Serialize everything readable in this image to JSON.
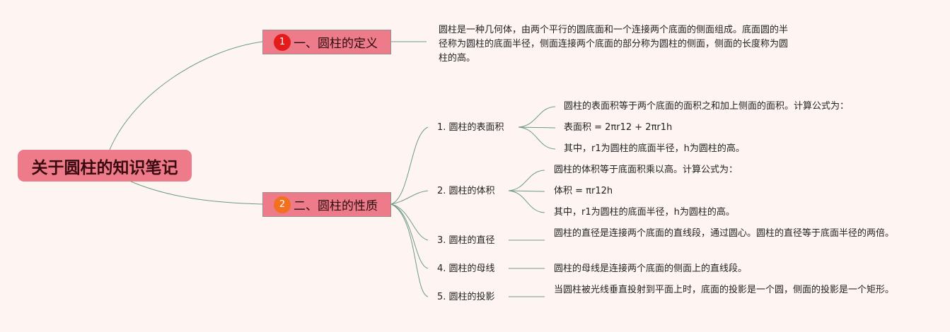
{
  "root": {
    "label": "关于圆柱的知识笔记"
  },
  "branches": [
    {
      "number": "1",
      "label": "一、圆柱的定义",
      "badge_color": "#e31b1b",
      "text": "圆柱是一种几何体，由两个平行的圆底面和一个连接两个底面的侧面组成。底面圆的半径称为圆柱的底面半径，侧面连接两个底面的部分称为圆柱的侧面，侧面的长度称为圆柱的高。"
    },
    {
      "number": "2",
      "label": "二、圆柱的性质",
      "badge_color": "#f2701e"
    }
  ],
  "properties": [
    {
      "label": "1. 圆柱的表面积",
      "details": [
        "圆柱的表面积等于两个底面的面积之和加上侧面的面积。计算公式为：",
        "表面积 = 2πr12 + 2πr1h",
        "其中，r1为圆柱的底面半径，h为圆柱的高。"
      ]
    },
    {
      "label": "2. 圆柱的体积",
      "details": [
        "圆柱的体积等于底面积乘以高。计算公式为：",
        "体积 = πr12h",
        "其中，r1为圆柱的底面半径，h为圆柱的高。"
      ]
    },
    {
      "label": "3. 圆柱的直径",
      "details": [
        "圆柱的直径是连接两个底面的直线段，通过圆心。圆柱的直径等于底面半径的两倍。"
      ]
    },
    {
      "label": "4. 圆柱的母线",
      "details": [
        "圆柱的母线是连接两个底面的侧面上的直线段。"
      ]
    },
    {
      "label": "5. 圆柱的投影",
      "details": [
        "当圆柱被光线垂直投射到平面上时，底面的投影是一个圆，侧面的投影是一个矩形。"
      ]
    }
  ],
  "colors": {
    "background": "#fef5f2",
    "node": "#ee7b8a",
    "line": "#6e9a84"
  }
}
